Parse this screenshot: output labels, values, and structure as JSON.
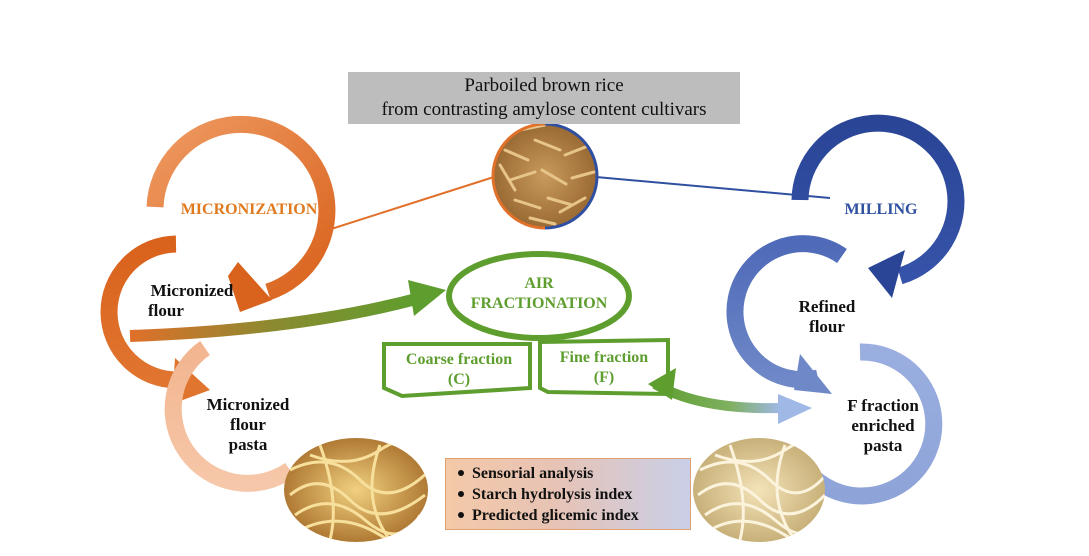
{
  "title": {
    "line1": "Parboiled brown rice",
    "line2": "from contrasting amylose content cultivars"
  },
  "process_labels": {
    "micronization": "MICRONIZATION",
    "milling": "MILLING",
    "air_fractionation_line1": "AIR",
    "air_fractionation_line2": "FRACTIONATION"
  },
  "nodes": {
    "micronized_flour": [
      "Micronized",
      "flour"
    ],
    "micronized_flour_pasta": [
      "Micronized",
      "flour",
      "pasta"
    ],
    "refined_flour": [
      "Refined",
      "flour"
    ],
    "f_fraction_pasta": [
      "F fraction",
      "enriched",
      "pasta"
    ]
  },
  "fractions": {
    "coarse": [
      "Coarse fraction",
      "(C)"
    ],
    "fine": [
      "Fine fraction",
      "(F)"
    ]
  },
  "analyses": [
    "Sensorial analysis",
    "Starch hydrolysis index",
    "Predicted glicemic index"
  ],
  "colors": {
    "micronization": "#e0702a",
    "micronization_light": "#f0b08a",
    "milling": "#2f4fa0",
    "milling_light": "#8aa0d8",
    "air_fractionation": "#5e9e2e",
    "title_box": "#bdbdbd"
  },
  "images": [
    "rice-grains-photo",
    "micronized-pasta-photo",
    "enriched-pasta-photo"
  ]
}
